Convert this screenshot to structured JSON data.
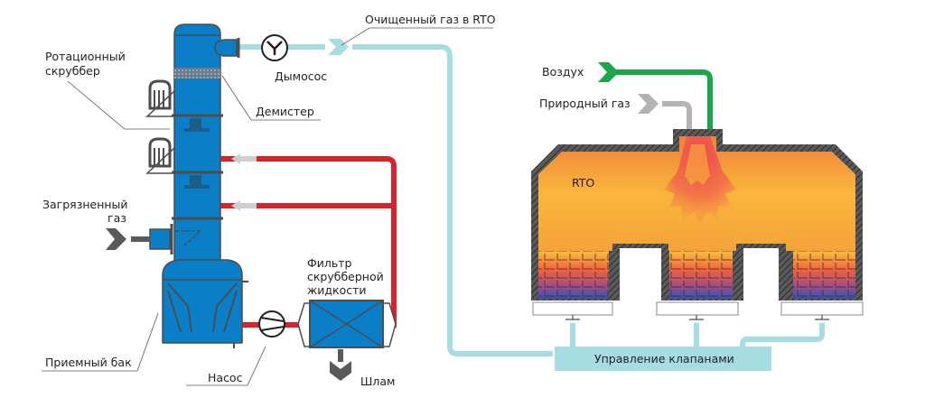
{
  "labels": {
    "rotary_scrubber_line1": "Ротационный",
    "rotary_scrubber_line2": "скруббер",
    "demister": "Демистер",
    "exhaust_fan": "Дымосос",
    "cleaned_gas": "Очищенный газ в RTO",
    "polluted_gas_line1": "Загрязненный",
    "polluted_gas_line2": "газ",
    "receiving_tank": "Приемный бак",
    "pump": "Насос",
    "filter_line1": "Фильтр",
    "filter_line2": "скрубберной",
    "filter_line3": "жидкости",
    "sludge": "Шлам",
    "air": "Воздух",
    "natural_gas": "Природный газ",
    "rto": "RTO",
    "valve_control": "Управление клапанами"
  },
  "colors": {
    "scrubber_blue": "#0a7fc8",
    "liquid_red": "#d8232a",
    "clean_gas_teal": "#a6dde2",
    "air_green": "#1aa64b",
    "natural_gas_grey": "#b3b3b3",
    "wall_grey": "#4d4d4d",
    "arrow_grey": "#5a5a5a"
  }
}
